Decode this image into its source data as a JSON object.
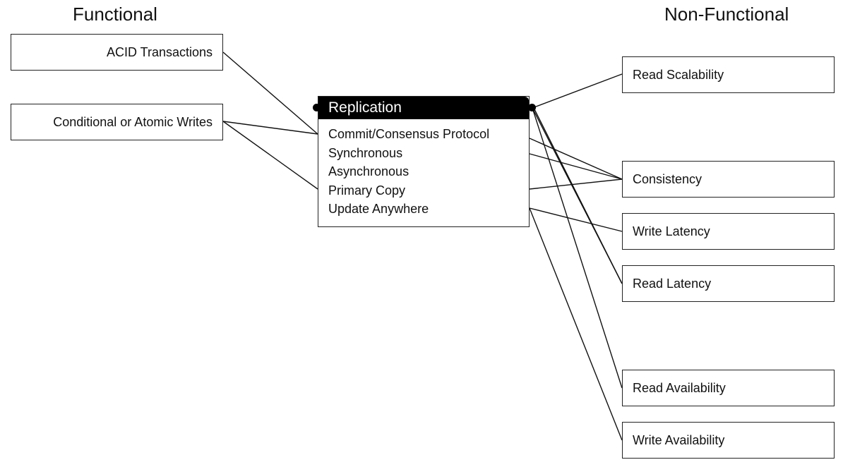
{
  "headings": {
    "functional": "Functional",
    "non_functional": "Non-Functional"
  },
  "functional": {
    "acid": "ACID Transactions",
    "conditional": "Conditional or Atomic Writes"
  },
  "replication": {
    "title": "Replication",
    "items": [
      "Commit/Consensus Protocol",
      "Synchronous",
      "Asynchronous",
      "Primary Copy",
      "Update Anywhere"
    ]
  },
  "non_functional": {
    "read_scalability": "Read Scalability",
    "consistency": "Consistency",
    "write_latency": "Write Latency",
    "read_latency": "Read Latency",
    "read_availability": "Read Availability",
    "write_availability": "Write Availability"
  }
}
